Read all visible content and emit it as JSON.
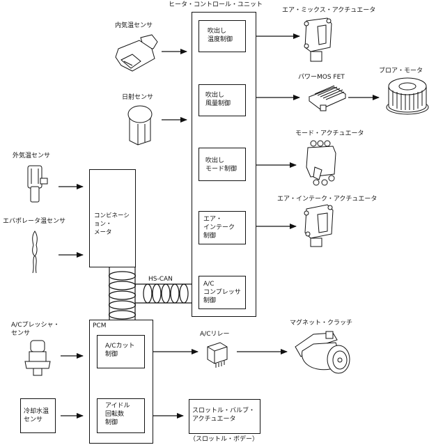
{
  "diagram": {
    "heater_unit": {
      "title": "ヒータ・コントロール・ユニット",
      "blocks": [
        {
          "id": "temp",
          "label": "吹出し\n温度制御"
        },
        {
          "id": "volume",
          "label": "吹出し\n風量制御"
        },
        {
          "id": "mode",
          "label": "吹出し\nモード制御"
        },
        {
          "id": "intake",
          "label": "エア・\nインテーク\n制御"
        },
        {
          "id": "compressor",
          "label": "A/C\nコンプレッサ\n制御"
        }
      ]
    },
    "sensors": {
      "cabin_temp": "内気温センサ",
      "solar": "日射センサ",
      "ambient_temp": "外気温センサ",
      "evaporator_temp": "エバポレータ温センサ",
      "ac_pressure": "A/Cプレッシャ・\nセンサ",
      "coolant_temp": "冷却水温\nセンサ"
    },
    "combination_meter": {
      "label": "コンビネーション・\nメータ"
    },
    "bus": {
      "label": "HS-CAN"
    },
    "pcm": {
      "title": "PCM",
      "blocks": [
        {
          "id": "ac_cut",
          "label": "A/Cカット\n制御"
        },
        {
          "id": "idle",
          "label": "アイドル\n回転数\n制御"
        }
      ]
    },
    "actuators": {
      "air_mix": "エア・ミックス・アクチュエータ",
      "power_mosfet": "パワーMOS FET",
      "blower_motor": "ブロア・モータ",
      "mode_actuator": "モード・アクチュエータ",
      "air_intake": "エア・インテーク・アクチュエータ",
      "ac_relay": "A/Cリレー",
      "magnet_clutch": "マグネット・クラッチ",
      "throttle_valve": "スロットル・バルブ・\nアクチュエータ",
      "throttle_body": "（スロットル・ボデー）"
    }
  }
}
